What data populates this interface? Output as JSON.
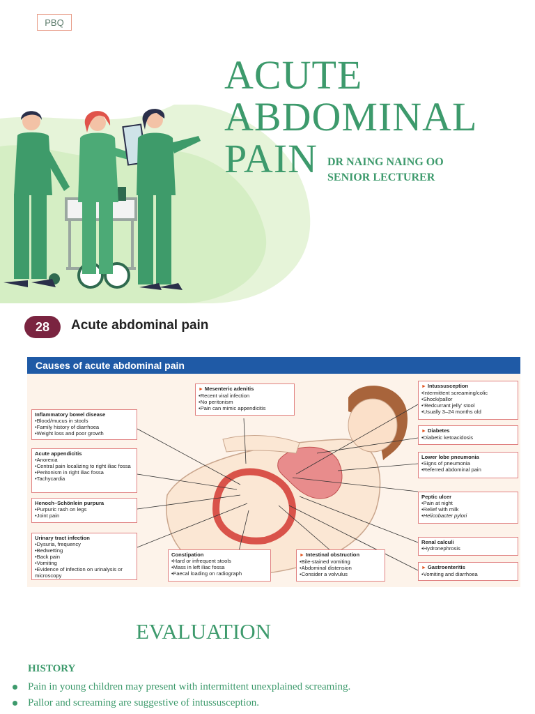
{
  "tag": "PBQ",
  "title_lines": [
    "ACUTE",
    "ABDOMINAL",
    "PAIN"
  ],
  "author": {
    "name": "DR NAING NAING OO",
    "role": "SENIOR LECTURER"
  },
  "colors": {
    "accent": "#3d9a6c",
    "figure_blue": "#1f5aa6",
    "badge": "#7a2440"
  },
  "figure": {
    "chapter_number": "28",
    "chapter_title": "Acute abdominal pain",
    "panel_title": "Causes of acute abdominal pain",
    "boxes": [
      {
        "title": "Inflammatory bowel disease",
        "items": [
          "Blood/mucus in stools",
          "Family history of diarrhoea",
          "Weight loss and poor growth"
        ]
      },
      {
        "title": "Acute appendicitis",
        "items": [
          "Anorexia",
          "Central pain localizing to right iliac fossa",
          "Peritonism in right iliac fossa",
          "Tachycardia"
        ]
      },
      {
        "title": "Henoch–Schönlein purpura",
        "items": [
          "Purpuric rash on legs",
          "Joint pain"
        ]
      },
      {
        "title": "Urinary tract infection",
        "items": [
          "Dysuria, frequency",
          "Bedwetting",
          "Back pain",
          "Vomiting",
          "Evidence of infection on urinalysis or microscopy"
        ]
      },
      {
        "title": "Mesenteric adenitis",
        "items": [
          "Recent viral infection",
          "No peritonism",
          "Pain can mimic appendicitis"
        ]
      },
      {
        "title": "Constipation",
        "items": [
          "Hard or infrequent stools",
          "Mass in left iliac fossa",
          "Faecal loading on radiograph"
        ]
      },
      {
        "title": "Intestinal obstruction",
        "items": [
          "Bile-stained vomiting",
          "Abdominal distension",
          "Consider a volvulus"
        ]
      },
      {
        "title": "Intussusception",
        "items": [
          "Intermittent screaming/colic",
          "Shock/pallor",
          "'Redcurrant jelly' stool",
          "Usually 3–24 months old"
        ]
      },
      {
        "title": "Diabetes",
        "items": [
          "Diabetic ketoacidosis"
        ]
      },
      {
        "title": "Lower lobe pneumonia",
        "items": [
          "Signs of pneumonia",
          "Referred abdominal pain"
        ]
      },
      {
        "title": "Peptic ulcer",
        "items": [
          "Pain at night",
          "Relief with milk",
          "Helicobacter pylori"
        ]
      },
      {
        "title": "Renal calculi",
        "items": [
          "Hydronephrosis"
        ]
      },
      {
        "title": "Gastroenteritis",
        "items": [
          "Vomiting and diarrhoea"
        ]
      }
    ]
  },
  "section_title": "EVALUATION",
  "history": {
    "heading": "HISTORY",
    "bullets": [
      "Pain in young children may present with intermittent unexplained screaming.",
      "Pallor and screaming are suggestive of intussusception."
    ]
  }
}
